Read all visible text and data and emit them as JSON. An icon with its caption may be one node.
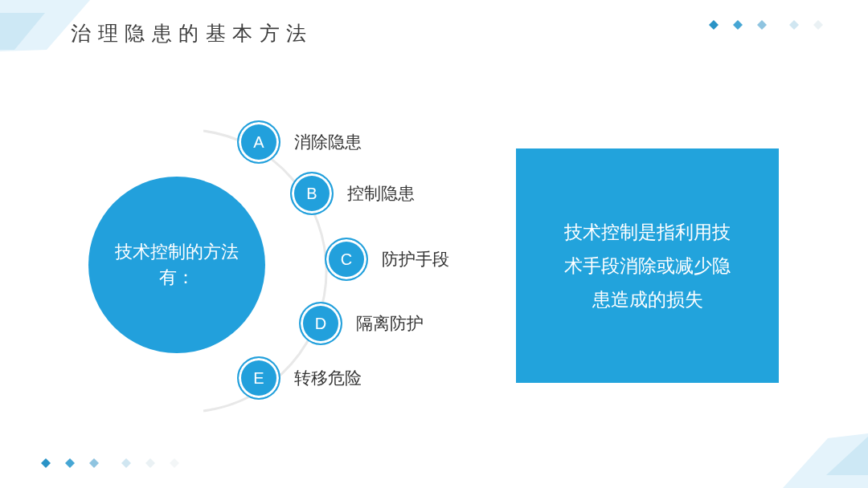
{
  "diagram": {
    "title": "治理隐患的基本方法",
    "nodes": [
      {
        "text": [
          "技术控制的方法有："
        ]
      },
      {
        "text": [
          "A"
        ],
        "beside": [
          "消除隐患"
        ]
      },
      {
        "text": [
          "B"
        ],
        "beside": [
          "控制隐患"
        ]
      },
      {
        "text": [
          "C"
        ],
        "beside": [
          "防护手段"
        ]
      },
      {
        "text": [
          "D"
        ],
        "beside": [
          "隔离防护"
        ]
      },
      {
        "text": [
          "E"
        ],
        "beside": [
          "转移危险"
        ]
      },
      {
        "text": [
          "技术控制是指利用技术手段消除或减少隐患造成的损失"
        ]
      }
    ]
  }
}
